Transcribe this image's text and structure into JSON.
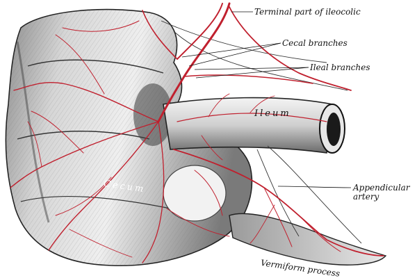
{
  "labels": {
    "terminal": "Terminal part of ileocolic",
    "cecal": "Cecal branches",
    "ileal": "Ileal branches",
    "appendicular_line1": "Appendicular",
    "appendicular_line2": "artery",
    "vermiform": "Vermiform process",
    "ileum": "Ileum",
    "cecum": "Cecum"
  },
  "colors": {
    "artery": "#c0202e",
    "outline": "#222222",
    "tissue": "#e3e3e3",
    "shadow": "#555555",
    "background": "#ffffff"
  }
}
